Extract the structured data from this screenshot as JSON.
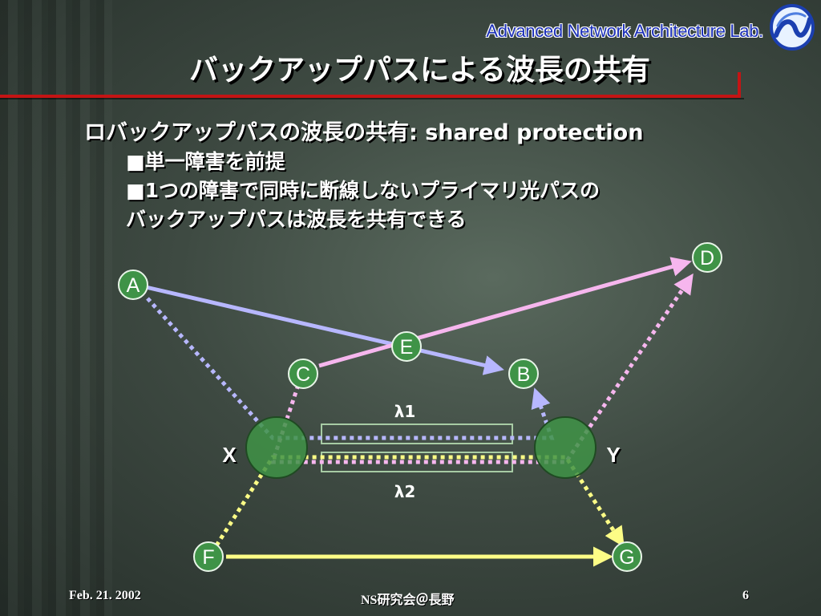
{
  "header": {
    "lab_name": "Advanced Network Architecture Lab.",
    "title": "バックアップパスによる波長の共有"
  },
  "bullets": {
    "main": "ロバックアップパスの波長の共有: shared protection",
    "sub1": "■単一障害を前提",
    "sub2_line1": "■1つの障害で同時に断線しないプライマリ光パスの",
    "sub2_line2": "バックアップパスは波長を共有できる"
  },
  "diagram": {
    "nodes": {
      "A": "A",
      "B": "B",
      "C": "C",
      "D": "D",
      "E": "E",
      "F": "F",
      "G": "G",
      "X": "X",
      "Y": "Y"
    },
    "wavelengths": {
      "l1": "λ1",
      "l2": "λ2"
    },
    "colors": {
      "node_fill": "#3f9347",
      "path_ab": "#b7b7ff",
      "path_cd": "#f6b6ee",
      "path_fg": "#fdfd86",
      "channel": "#a7cba4"
    }
  },
  "footer": {
    "date": "Feb. 21. 2002",
    "event": "NS研究会＠長野",
    "page": "6"
  }
}
